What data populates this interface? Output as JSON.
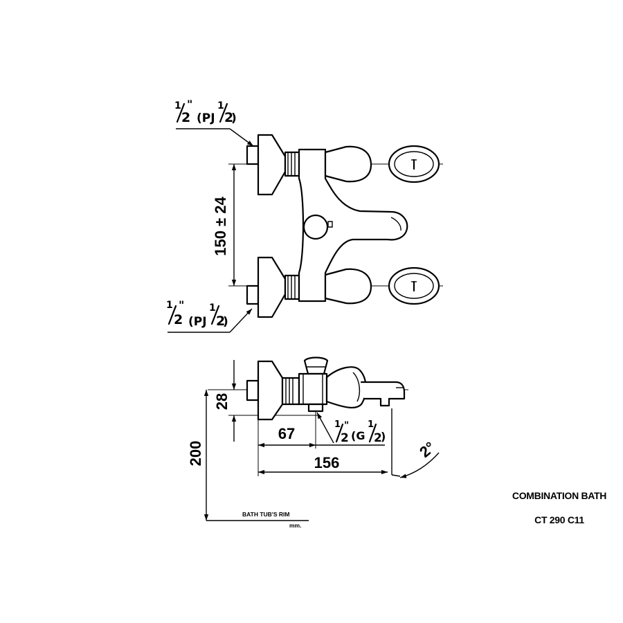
{
  "labels": {
    "inlet_top": "1/2\" (PJ 1/2)",
    "inlet_bottom": "1/2\" (PJ 1/2)",
    "dim_spacing": "150 ± 24",
    "dim_height_28": "28",
    "dim_height_200": "200",
    "dim_67": "67",
    "dim_156": "156",
    "outlet": "1/2\"(G 1/2)",
    "angle": "2°",
    "rim": "BATH TUB'S RIM",
    "unit": "mm."
  },
  "title": {
    "line1": "COMBINATION BATH",
    "line2": "CT 290 C11"
  }
}
